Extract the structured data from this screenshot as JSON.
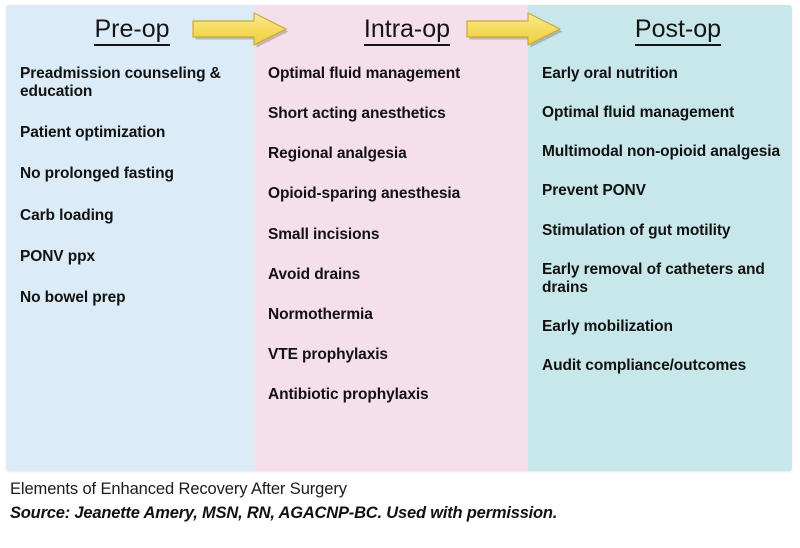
{
  "figure": {
    "title": "Elements of Enhanced Recovery After Surgery",
    "source": "Source: Jeanette Amery, MSN, RN, AGACNP-BC. Used with permission."
  },
  "colors": {
    "preop_bg": "#dbecf8",
    "intraop_bg": "#f5dfeb",
    "postop_bg": "#c7e7ea",
    "arrow_fill": "#f5dd63",
    "arrow_border": "#c8a93a",
    "text": "#111111",
    "page_bg": "#ffffff"
  },
  "columns": [
    {
      "id": "pre-op",
      "heading": "Pre-op",
      "items": [
        "Preadmission counseling & education",
        "Patient optimization",
        "No prolonged fasting",
        "Carb loading",
        "PONV ppx",
        "No bowel prep"
      ]
    },
    {
      "id": "intra-op",
      "heading": "Intra-op",
      "items": [
        "Optimal fluid management",
        "Short acting anesthetics",
        "Regional analgesia",
        "Opioid-sparing anesthesia",
        "Small incisions",
        "Avoid drains",
        "Normothermia",
        "VTE prophylaxis",
        "Antibiotic prophylaxis"
      ]
    },
    {
      "id": "post-op",
      "heading": "Post-op",
      "items": [
        "Early oral nutrition",
        "Optimal fluid management",
        "Multimodal non-opioid analgesia",
        "Prevent PONV",
        "Stimulation of gut motility",
        "Early removal of catheters and drains",
        "Early mobilization",
        "Audit compliance/outcomes"
      ]
    }
  ],
  "arrows": [
    {
      "id": "arrow-preop-to-intraop",
      "direction": "right"
    },
    {
      "id": "arrow-intraop-to-postop",
      "direction": "right"
    }
  ]
}
